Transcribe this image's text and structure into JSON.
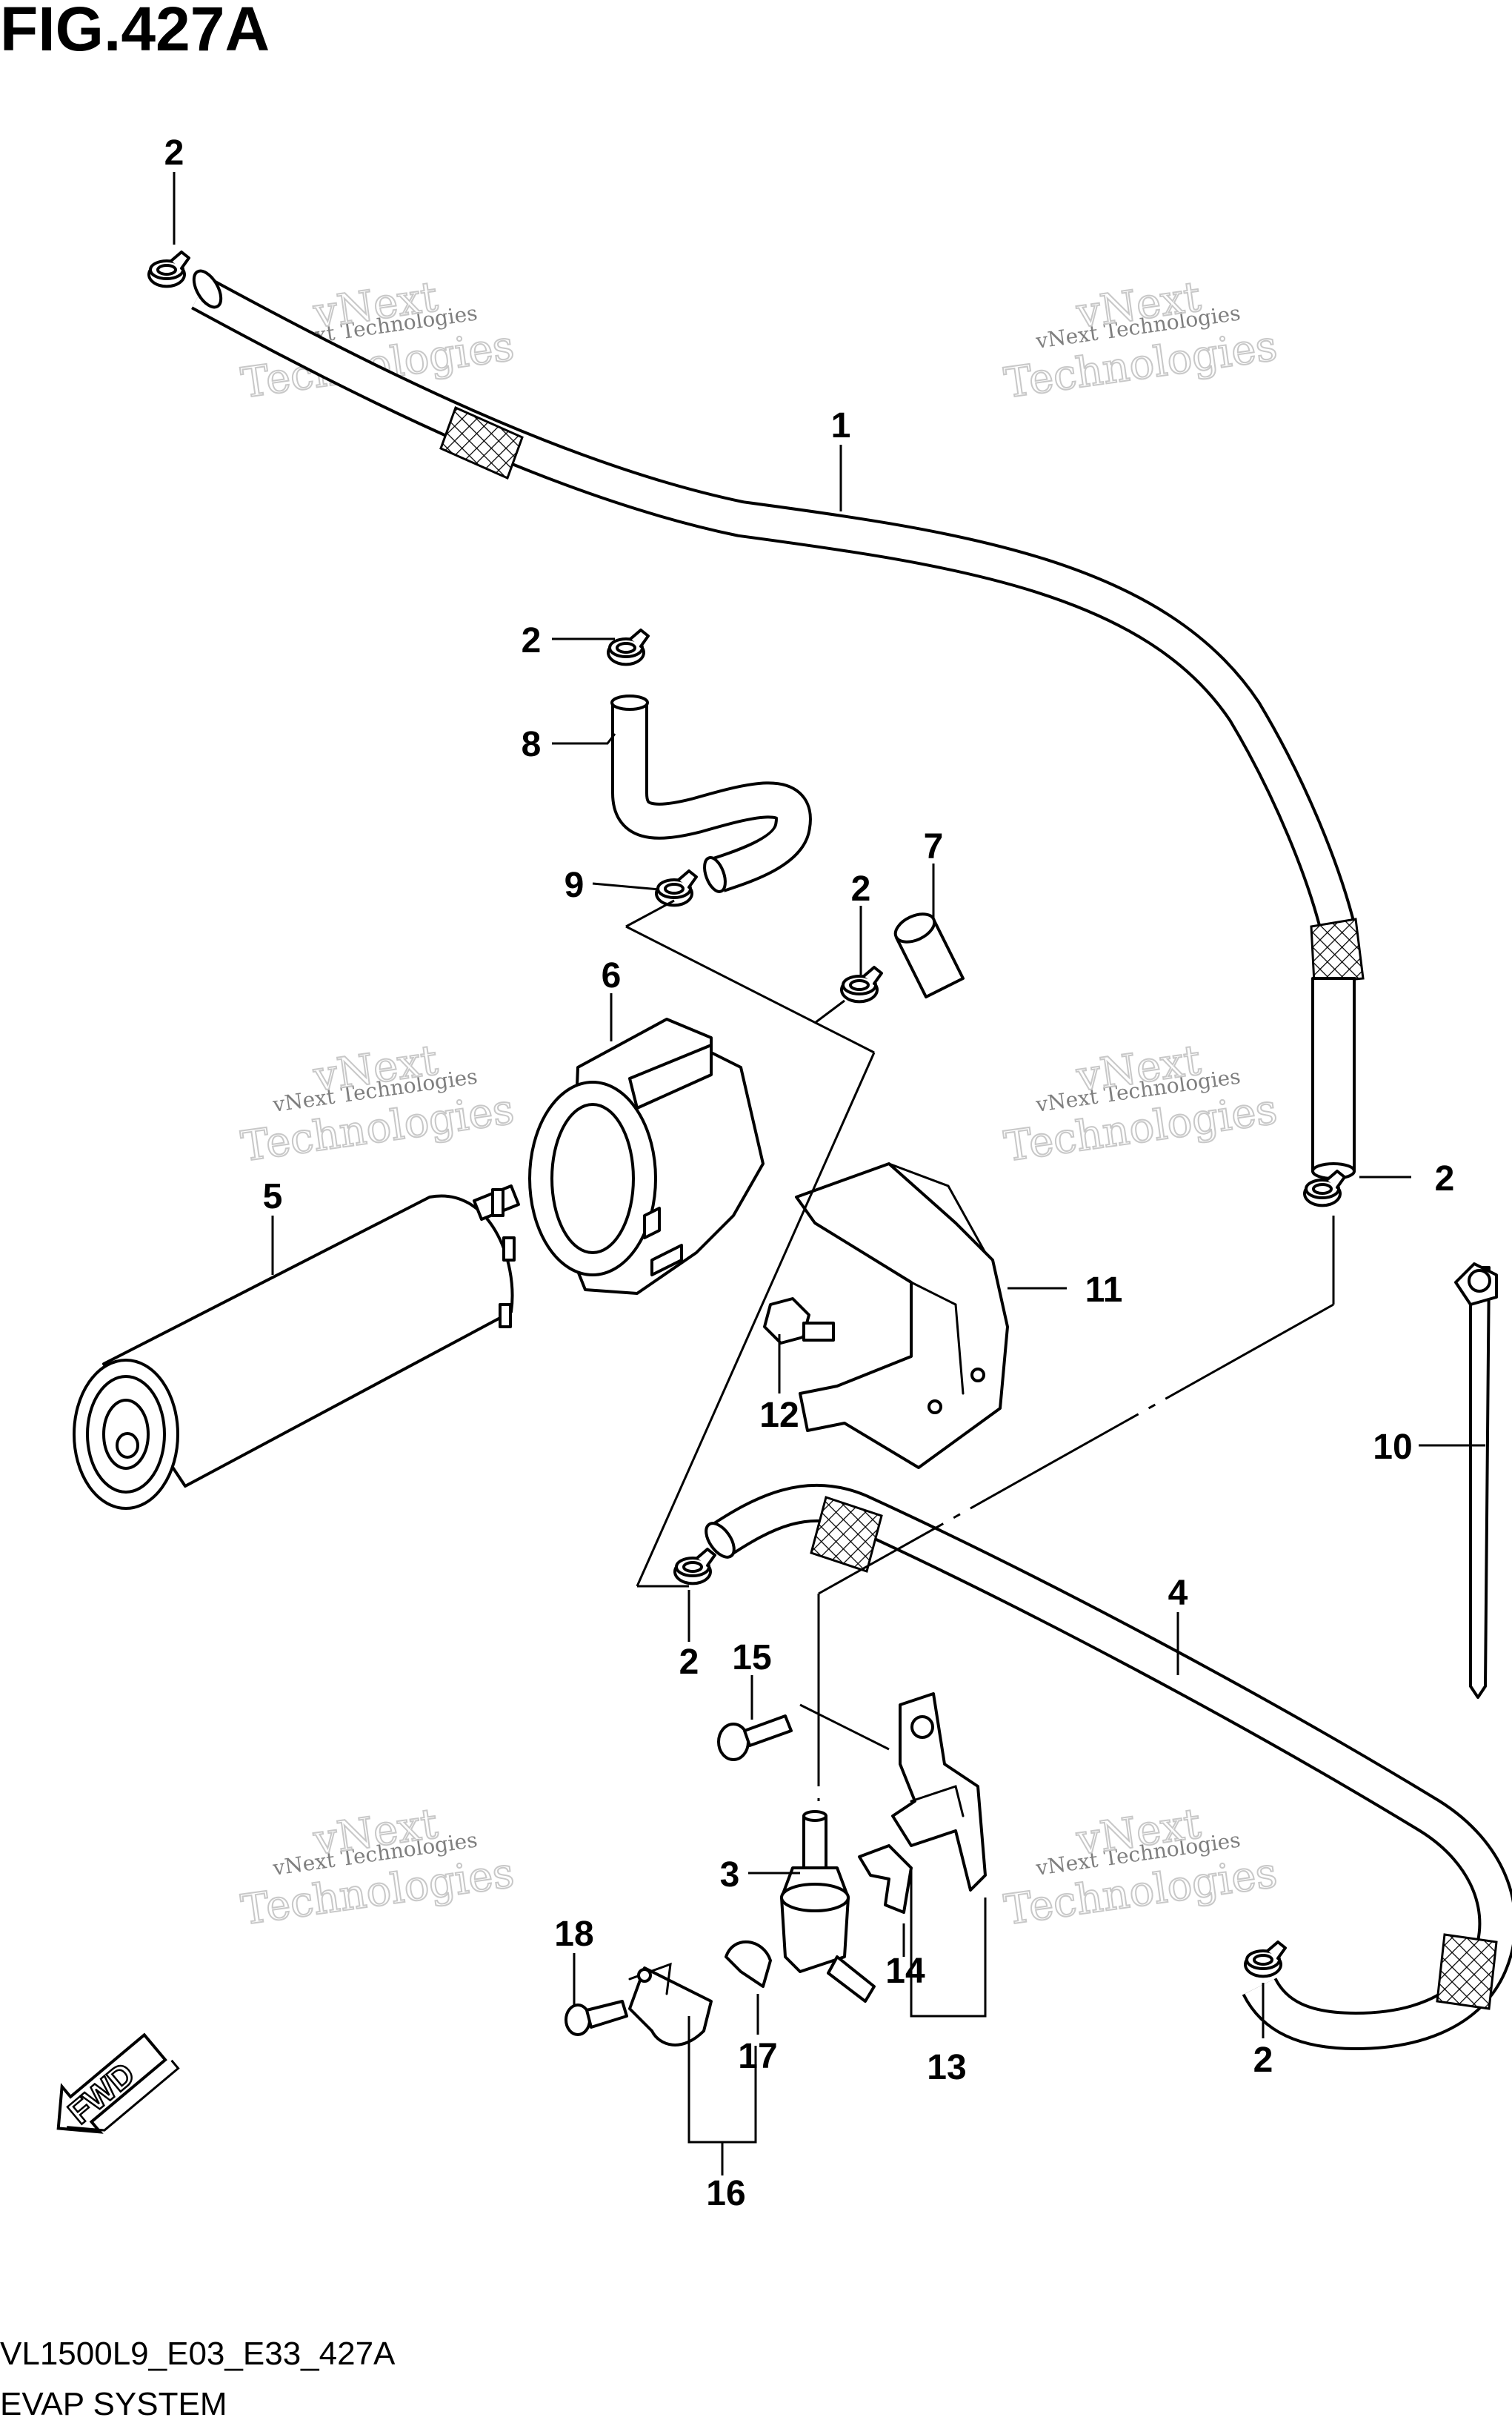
{
  "figure": {
    "title": "FIG.427A",
    "code": "VL1500L9_E03_E33_427A",
    "subtitle": "EVAP SYSTEM"
  },
  "watermark": {
    "small": "vNext Technologies",
    "big_line1": "vNext",
    "big_line2": "Technologies"
  },
  "direction_badge": {
    "label": "FWD"
  },
  "callouts": [
    {
      "id": "c2-top",
      "label": "2"
    },
    {
      "id": "c1",
      "label": "1"
    },
    {
      "id": "c2-mid",
      "label": "2"
    },
    {
      "id": "c8",
      "label": "8"
    },
    {
      "id": "c9",
      "label": "9"
    },
    {
      "id": "c7",
      "label": "7"
    },
    {
      "id": "c2-center",
      "label": "2"
    },
    {
      "id": "c6",
      "label": "6"
    },
    {
      "id": "c5",
      "label": "5"
    },
    {
      "id": "c2-right",
      "label": "2"
    },
    {
      "id": "c11",
      "label": "11"
    },
    {
      "id": "c12",
      "label": "12"
    },
    {
      "id": "c10",
      "label": "10"
    },
    {
      "id": "c4",
      "label": "4"
    },
    {
      "id": "c2-lower",
      "label": "2"
    },
    {
      "id": "c15",
      "label": "15"
    },
    {
      "id": "c3",
      "label": "3"
    },
    {
      "id": "c14",
      "label": "14"
    },
    {
      "id": "c18",
      "label": "18"
    },
    {
      "id": "c17",
      "label": "17"
    },
    {
      "id": "c13",
      "label": "13"
    },
    {
      "id": "c2-bottom",
      "label": "2"
    },
    {
      "id": "c16",
      "label": "16"
    }
  ]
}
